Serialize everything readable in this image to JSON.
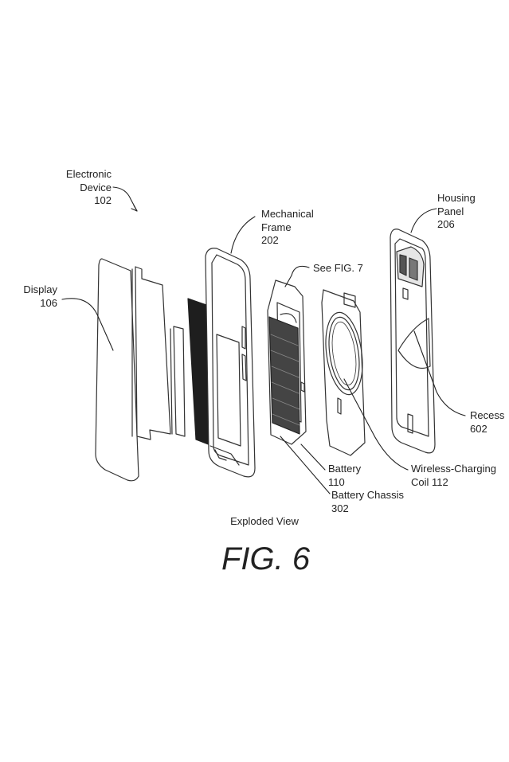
{
  "figure": {
    "caption": "FIG. 6",
    "view_label": "Exploded View"
  },
  "callouts": {
    "device": [
      "Electronic",
      "Device",
      "102"
    ],
    "display": [
      "Display",
      "106"
    ],
    "frame": [
      "Mechanical",
      "Frame",
      "202"
    ],
    "see_fig": "See FIG. 7",
    "housing": [
      "Housing",
      "Panel",
      "206"
    ],
    "recess": [
      "Recess",
      "602"
    ],
    "battery": [
      "Battery",
      "110"
    ],
    "chassis": [
      "Battery Chassis",
      "302"
    ],
    "coil": [
      "Wireless-Charging",
      "Coil 112"
    ]
  }
}
